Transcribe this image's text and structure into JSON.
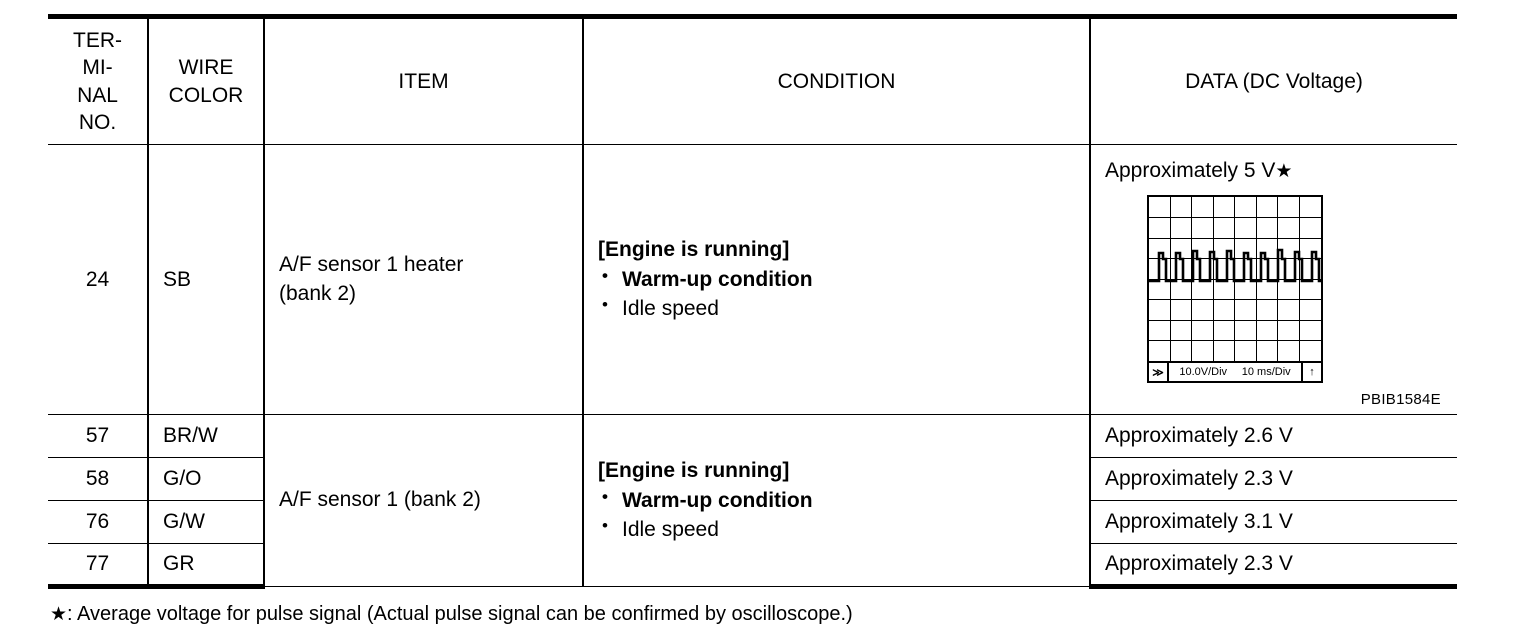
{
  "table": {
    "headers": [
      {
        "name": "terminal-no",
        "lines": [
          "TER-",
          "MI-",
          "NAL",
          "NO."
        ]
      },
      {
        "name": "wire-color",
        "lines": [
          "WIRE",
          "COLOR"
        ]
      },
      {
        "name": "item",
        "lines": [
          "ITEM"
        ]
      },
      {
        "name": "condition",
        "lines": [
          "CONDITION"
        ]
      },
      {
        "name": "data",
        "lines": [
          "DATA (DC Voltage)"
        ]
      }
    ],
    "group1": {
      "terminal_no": "24",
      "wire_color": "SB",
      "item_line1": "A/F sensor 1 heater",
      "item_line2": "(bank 2)",
      "condition": {
        "heading": "[Engine is running]",
        "bullets": [
          "Warm-up condition",
          "Idle speed"
        ]
      },
      "data_caption": "Approximately 5 V",
      "data_caption_marker": "★",
      "figure_ref": "PBIB1584E",
      "scope": {
        "volts_per_div": "10.0V/Div",
        "time_per_div": "10 ms/Div",
        "left_button": "≫",
        "right_button": "↑",
        "columns": 8,
        "rows": 8
      }
    },
    "group2": {
      "item": "A/F sensor 1 (bank 2)",
      "condition": {
        "heading": "[Engine is running]",
        "bullets": [
          "Warm-up condition",
          "Idle speed"
        ]
      },
      "rows": [
        {
          "terminal_no": "57",
          "wire_color": "BR/W",
          "data": "Approximately 2.6 V"
        },
        {
          "terminal_no": "58",
          "wire_color": "G/O",
          "data": "Approximately 2.3 V"
        },
        {
          "terminal_no": "76",
          "wire_color": "G/W",
          "data": "Approximately 3.1 V"
        },
        {
          "terminal_no": "77",
          "wire_color": "GR",
          "data": "Approximately 2.3 V"
        }
      ]
    }
  },
  "footnote": {
    "marker": "★",
    "text": ": Average voltage for pulse signal (Actual pulse signal can be confirmed by oscilloscope.)"
  }
}
